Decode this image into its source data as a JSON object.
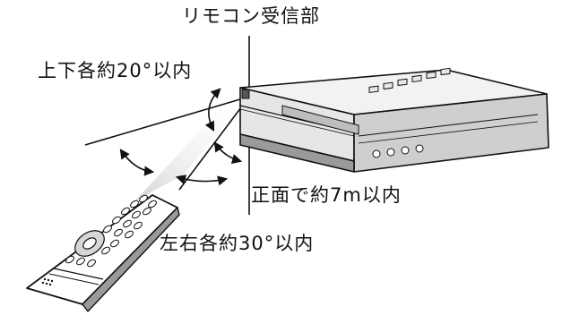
{
  "labels": {
    "remote_sensor": "リモコン受信部",
    "vertical_range": "上下各約20°以内",
    "distance": "正面で約7m以内",
    "horizontal_range": "左右各約30°以内"
  },
  "colors": {
    "line": "#111111",
    "device_light": "#f2f2f2",
    "device_mid": "#c8c8c8",
    "device_dark": "#8a8a8a",
    "remote_body": "#ffffff",
    "beam": "#d9d9d9"
  },
  "icons": {
    "vcr": "video-recorder-illustration",
    "remote": "remote-control-illustration",
    "arrow": "curved-angle-arrow"
  }
}
